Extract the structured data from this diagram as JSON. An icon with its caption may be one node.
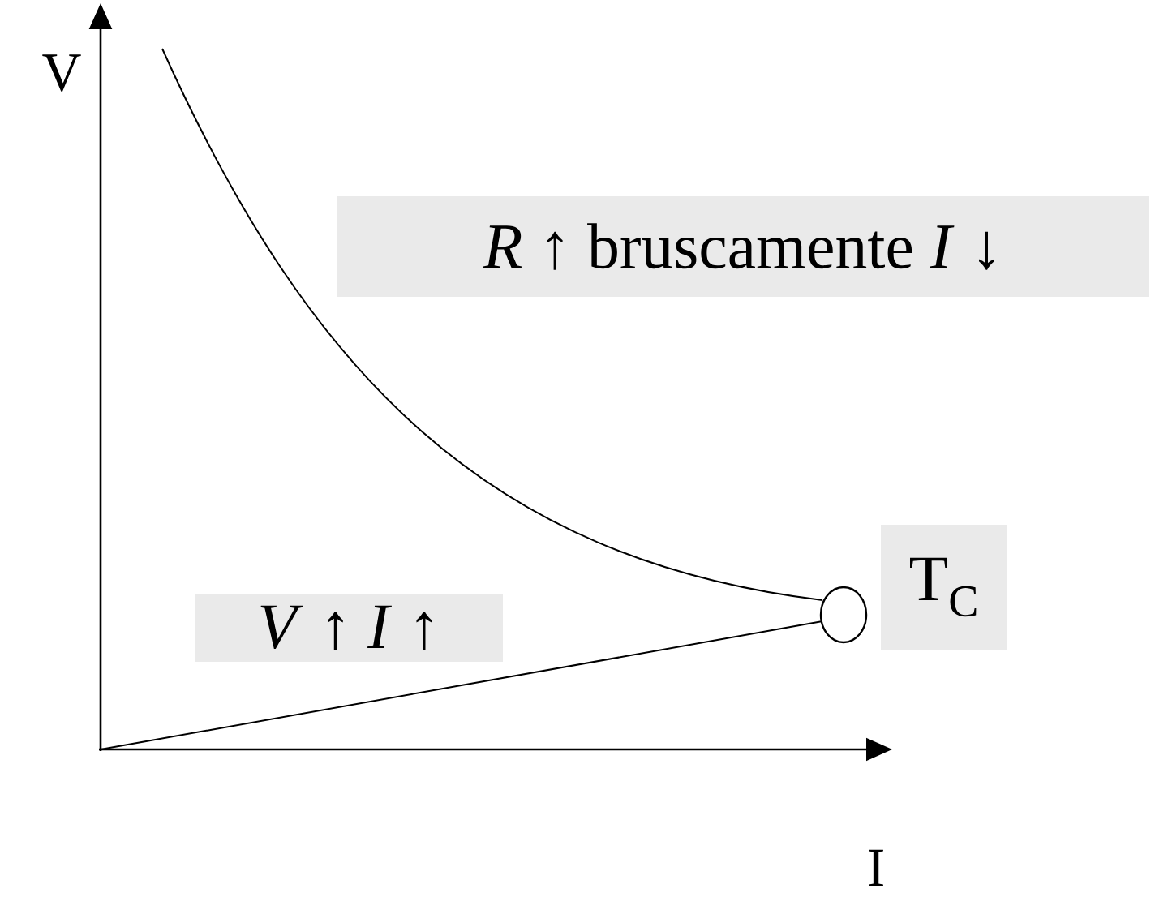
{
  "diagram": {
    "nodes": [
      {
        "text": [
          "*R* ↑ bruscamente *I* ↓"
        ]
      },
      {
        "text": [
          "*V* ↑ *I* ↑"
        ]
      },
      {
        "text": [],
        "shape": "circle"
      },
      {
        "text": [
          "T$_{C}$"
        ]
      }
    ],
    "labels": [
      "V",
      "I"
    ]
  }
}
